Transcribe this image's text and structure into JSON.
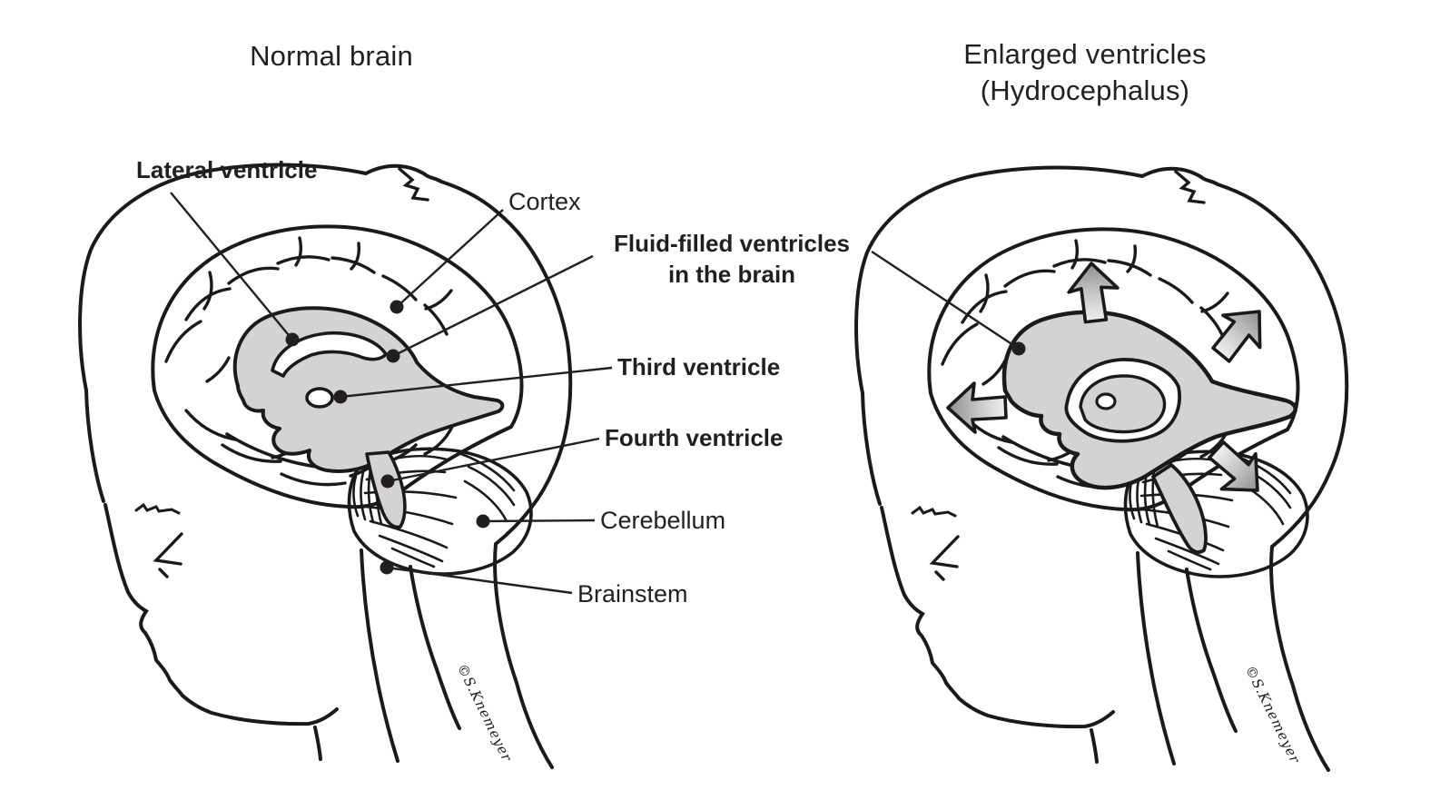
{
  "figure": {
    "type": "medical-diagram",
    "subject": "Brain ventricles comparison: normal brain vs hydrocephalus",
    "panels": [
      {
        "id": "normal",
        "title": "Normal brain",
        "signature": "©S.Knemeyer"
      },
      {
        "id": "hydrocephalus",
        "title_line1": "Enlarged ventricles",
        "title_line2": "(Hydrocephalus)",
        "signature": "©S.Knemeyer"
      }
    ],
    "labels": [
      {
        "id": "lateral-ventricle",
        "text": "Lateral ventricle",
        "bold": true,
        "points_to": "lateral ventricle (gray area, normal brain)"
      },
      {
        "id": "cortex",
        "text": "Cortex",
        "bold": false,
        "points_to": "cerebral cortex (normal brain)"
      },
      {
        "id": "fluid-filled",
        "text_line1": "Fluid-filled ventricles",
        "text_line2": "in the brain",
        "bold": true,
        "points_to": "ventricles in both brains"
      },
      {
        "id": "third-ventricle",
        "text": "Third ventricle",
        "bold": true,
        "points_to": "third ventricle (normal brain)"
      },
      {
        "id": "fourth-ventricle",
        "text": "Fourth ventricle",
        "bold": true,
        "points_to": "fourth ventricle (normal brain)"
      },
      {
        "id": "cerebellum",
        "text": "Cerebellum",
        "bold": false,
        "points_to": "cerebellum (normal brain)"
      },
      {
        "id": "brainstem",
        "text": "Brainstem",
        "bold": false,
        "points_to": "brainstem (normal brain)"
      }
    ],
    "annotations": {
      "expansion_arrows": [
        "up",
        "upper-right",
        "left",
        "lower-right"
      ],
      "arrow_meaning": "outward pressure of enlarged ventricles on brain"
    },
    "colors": {
      "background": "#ffffff",
      "ink": "#231f20",
      "ventricle_fill": "#d3d3d4",
      "arrow_gradient_dark": "#8f8f8f",
      "arrow_gradient_light": "#f1f1f1"
    }
  }
}
